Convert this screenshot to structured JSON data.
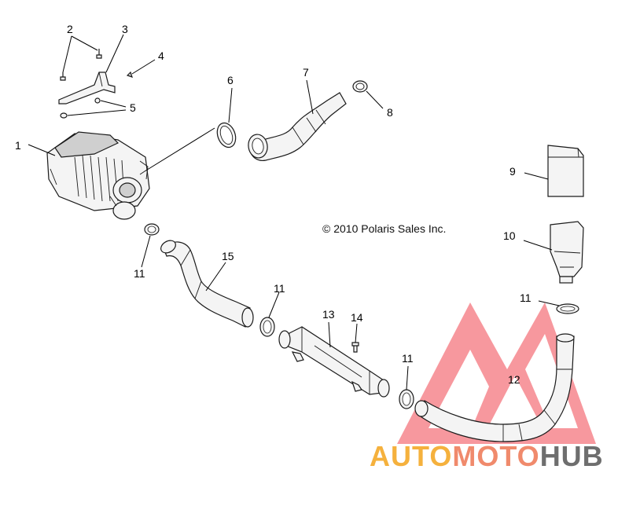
{
  "diagram": {
    "callouts": [
      {
        "id": "c1",
        "label": "1"
      },
      {
        "id": "c2",
        "label": "2"
      },
      {
        "id": "c3",
        "label": "3"
      },
      {
        "id": "c4",
        "label": "4"
      },
      {
        "id": "c5",
        "label": "5"
      },
      {
        "id": "c6",
        "label": "6"
      },
      {
        "id": "c7",
        "label": "7"
      },
      {
        "id": "c8",
        "label": "8"
      },
      {
        "id": "c9",
        "label": "9"
      },
      {
        "id": "c10",
        "label": "10"
      },
      {
        "id": "c11a",
        "label": "11"
      },
      {
        "id": "c11b",
        "label": "11"
      },
      {
        "id": "c11c",
        "label": "11"
      },
      {
        "id": "c11d",
        "label": "11"
      },
      {
        "id": "c12",
        "label": "12"
      },
      {
        "id": "c13",
        "label": "13"
      },
      {
        "id": "c14",
        "label": "14"
      },
      {
        "id": "c15",
        "label": "15"
      }
    ],
    "copyright": "© 2010 Polaris Sales Inc."
  },
  "watermark": {
    "parts": [
      "AUTO",
      "MOTO",
      "HUB"
    ],
    "colors": {
      "auto": "#f5b13d",
      "moto": "#f08a6c",
      "hub": "#6e6e6e",
      "triangle": "#f0444f"
    }
  }
}
